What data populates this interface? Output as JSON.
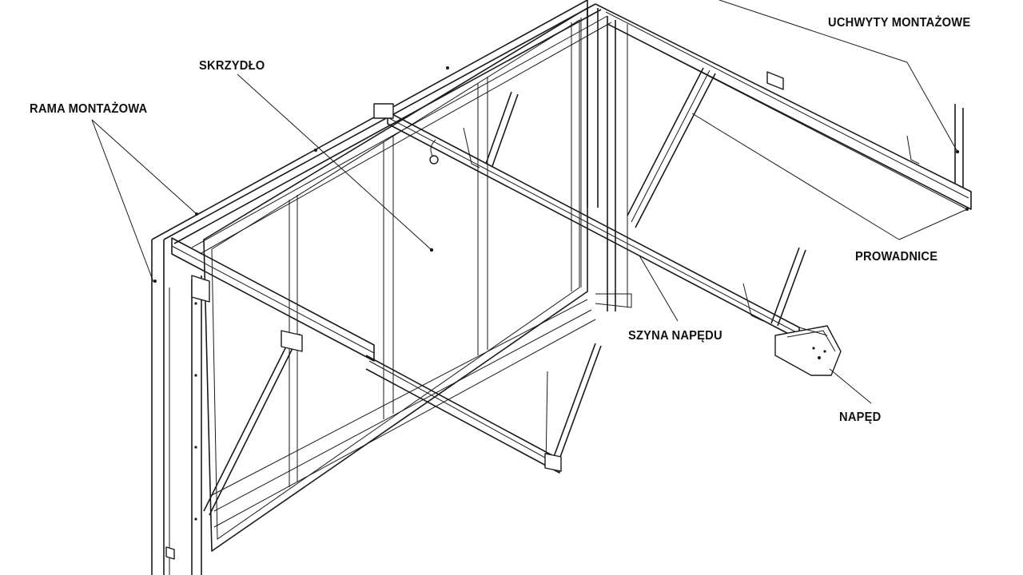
{
  "labels": {
    "mounting_frame": "RAMA MONTAŻOWA",
    "door_leaf": "SKRZYDŁO",
    "mounting_brackets": "UCHWYTY MONTAŻOWE",
    "guide_rails": "PROWADNICE",
    "drive_rail": "SZYNA NAPĘDU",
    "drive_unit": "NAPĘD"
  }
}
